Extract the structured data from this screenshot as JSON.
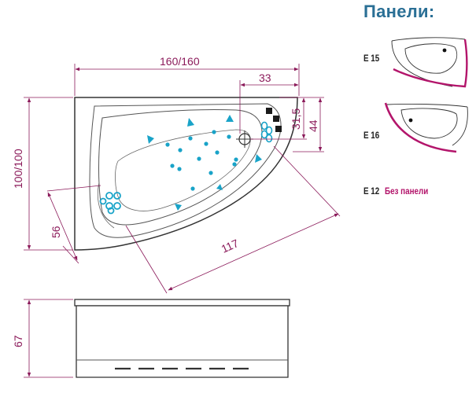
{
  "panels": {
    "title": "Панели:",
    "items": [
      {
        "code": "E 15"
      },
      {
        "code": "E 16"
      },
      {
        "code": "E 12",
        "note": "Без панели"
      }
    ]
  },
  "dimensions": {
    "width": "160/160",
    "depth": "100/100",
    "drain_offset": "33",
    "drain_inset": "31,5",
    "drain_depth": "44",
    "inner_length": "117",
    "inner_width": "56",
    "height": "67"
  },
  "colors": {
    "dimension_line": "#8b1a5a",
    "jet": "#19a3c8",
    "panel_title": "#2a6f95",
    "panel_accent": "#b3156b"
  }
}
